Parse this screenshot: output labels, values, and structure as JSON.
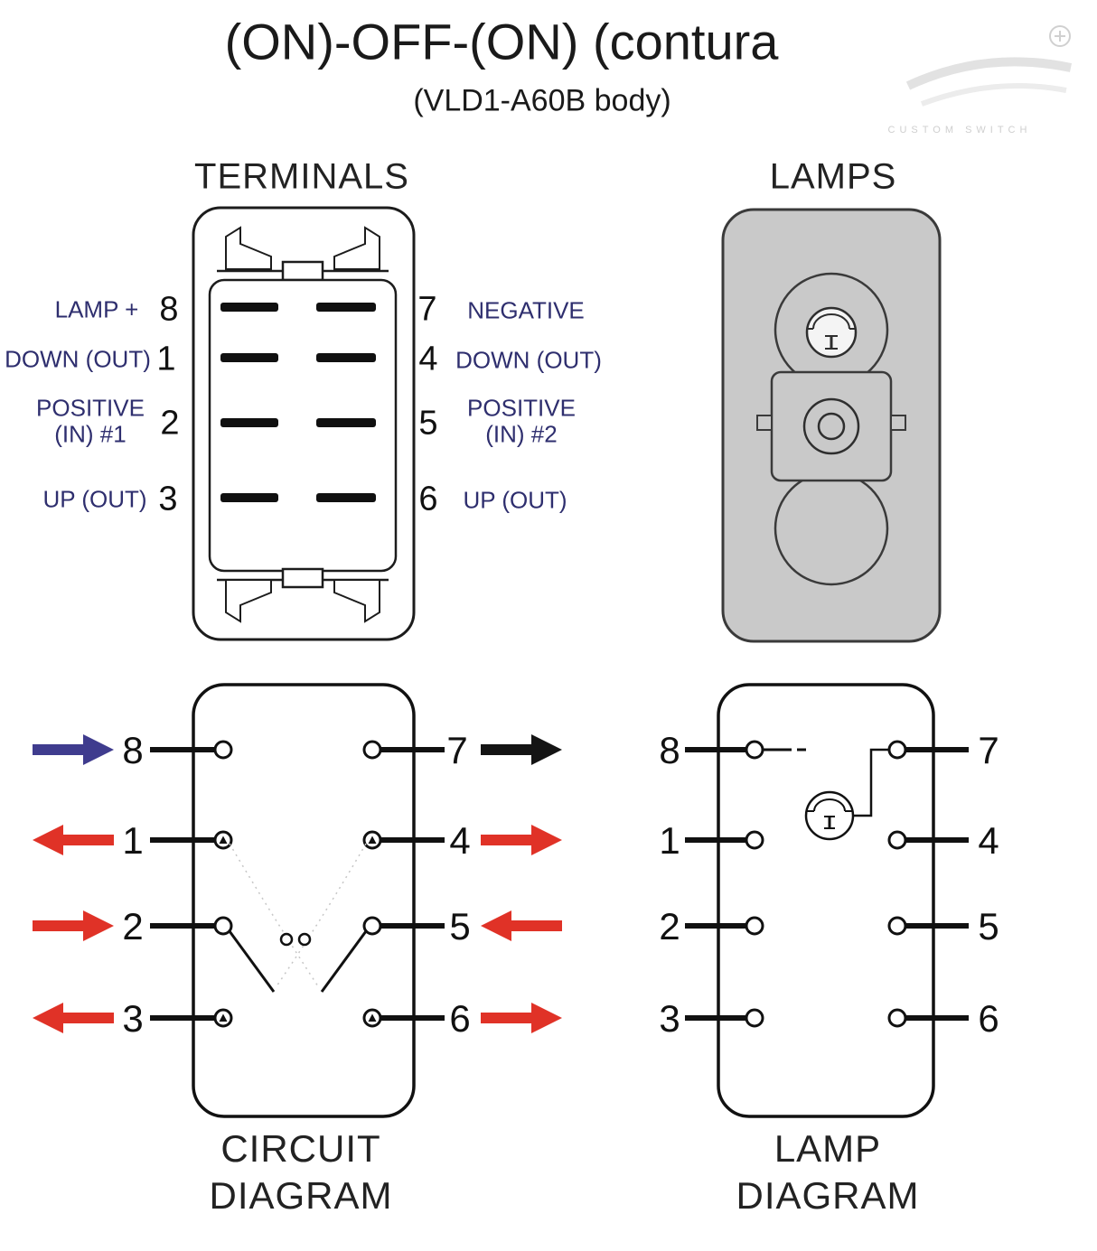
{
  "header": {
    "title": "(ON)-OFF-(ON) (contura",
    "subtitle": "(VLD1-A60B body)",
    "watermark_text": "CUSTOM SWITCH"
  },
  "section_titles": {
    "terminals": "TERMINALS",
    "lamps": "LAMPS",
    "circuit_line1": "CIRCUIT",
    "circuit_line2": "DIAGRAM",
    "lamp_line1": "LAMP",
    "lamp_line2": "DIAGRAM"
  },
  "terminal_labels": {
    "lamp_plus": "LAMP +",
    "n8": "8",
    "down_out_left": "DOWN (OUT)",
    "n1": "1",
    "positive_left_1": "POSITIVE",
    "positive_left_2": "(IN) #1",
    "n2": "2",
    "up_out_left": "UP (OUT)",
    "n3": "3",
    "n7": "7",
    "negative": "NEGATIVE",
    "n4": "4",
    "down_out_right": "DOWN (OUT)",
    "n5": "5",
    "positive_right_1": "POSITIVE",
    "positive_right_2": "(IN) #2",
    "n6": "6",
    "up_out_right": "UP (OUT)"
  },
  "circuit_diagram": {
    "left_numbers": [
      "8",
      "1",
      "2",
      "3"
    ],
    "right_numbers": [
      "7",
      "4",
      "5",
      "6"
    ]
  },
  "lamp_diagram": {
    "left_numbers": [
      "8",
      "1",
      "2",
      "3"
    ],
    "right_numbers": [
      "7",
      "4",
      "5",
      "6"
    ]
  },
  "colors": {
    "label_navy": "#2e2e6e",
    "arrow_blue": "#3f3c8e",
    "arrow_red": "#e03227",
    "arrow_black": "#141414",
    "lamp_body_gray": "#c9c9c9"
  }
}
